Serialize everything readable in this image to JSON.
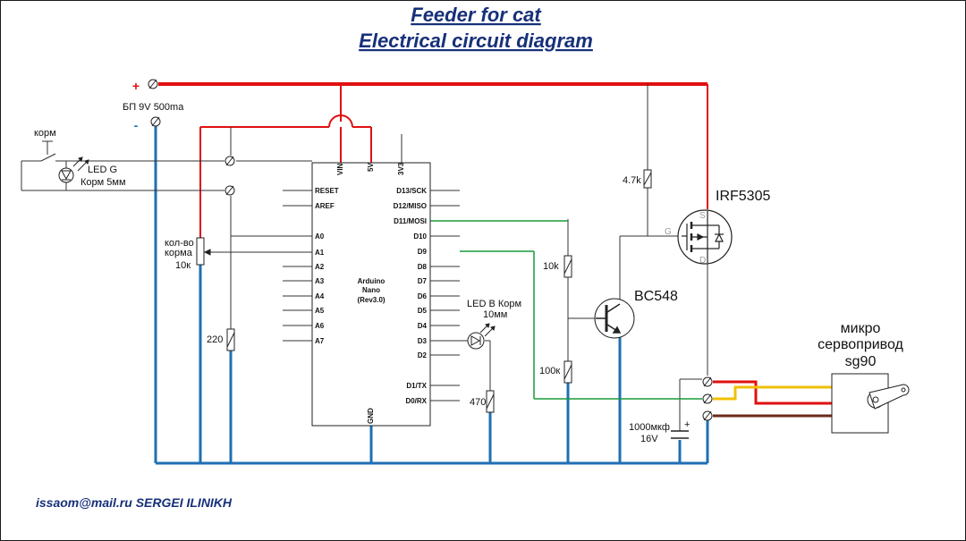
{
  "title_line1": "Feeder for cat",
  "title_line2": "Electrical circuit diagram",
  "author": "issaom@mail.ru SERGEI ILINIKH",
  "power": {
    "plus": "+",
    "minus": "-",
    "label": "БП 9V 500ma"
  },
  "colors": {
    "positive": "#e01010",
    "ground": "#1f6fb2",
    "signal": "#1a9a3a",
    "servo_signal": "#f0c000",
    "servo_brown": "#6b2a1a",
    "wire": "#333333",
    "title": "#17307a"
  },
  "button": {
    "label": "корм"
  },
  "led_g": {
    "line1": "LED G",
    "line2": "Корм 5мм"
  },
  "pot": {
    "line1": "кол-во",
    "line2": "корма",
    "line3": "10к"
  },
  "r220": "220",
  "arduino": {
    "name_line1": "Arduino",
    "name_line2": "Nano",
    "name_line3": "(Rev3.0)",
    "top_pins": [
      "VIN",
      "5V",
      "3V3"
    ],
    "bottom_pin": "GND",
    "left_pins": [
      "RESET",
      "AREF",
      "A0",
      "A1",
      "A2",
      "A3",
      "A4",
      "A5",
      "A6",
      "A7"
    ],
    "right_pins": [
      "D13/SCK",
      "D12/MISO",
      "D11/MOSI",
      "D10",
      "D9",
      "D8",
      "D7",
      "D6",
      "D5",
      "D4",
      "D3",
      "D2",
      "D1/TX",
      "D0/RX"
    ]
  },
  "led_b": {
    "line1": "LED В Корм",
    "line2": "10мм"
  },
  "r470": "470",
  "r10k": "10k",
  "r100k": "100к",
  "r4k7": "4.7k",
  "transistor": "BC548",
  "mosfet": {
    "name": "IRF5305",
    "s": "S",
    "g": "G",
    "d": "D"
  },
  "cap": {
    "line1": "1000мкф",
    "line2": "16V",
    "plus": "+"
  },
  "servo": {
    "line1": "микро",
    "line2": "сервопривод",
    "line3": "sg90"
  }
}
